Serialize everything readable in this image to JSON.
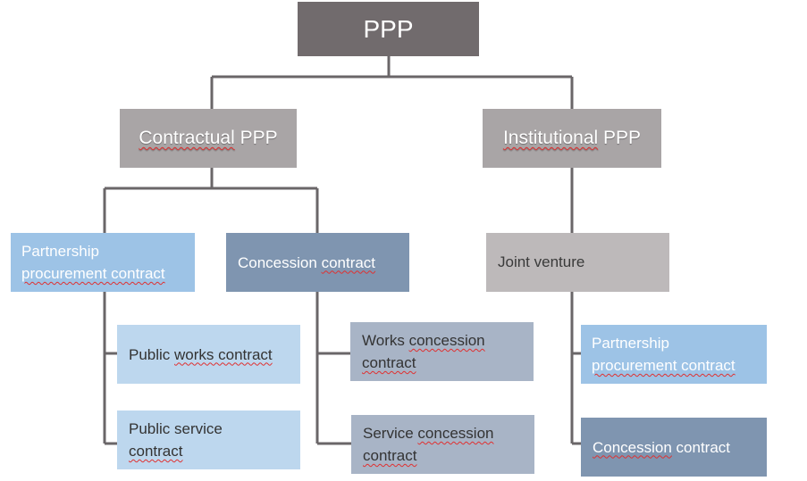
{
  "nodes": {
    "root": "PPP",
    "contractual": {
      "word": "Contractual",
      "rest": " PPP"
    },
    "institutional": {
      "word": "Institutional",
      "rest": " PPP"
    },
    "partnership_left": {
      "line1": "Partnership",
      "line2": "procurement contract"
    },
    "concession_mid": {
      "pre": "Concession ",
      "word": "contract"
    },
    "joint_venture": "Joint venture",
    "public_works": {
      "pre": "Public ",
      "word": "works contract"
    },
    "public_service": {
      "line1": "Public service",
      "line2": "contract"
    },
    "works_concession": {
      "pre": "Works ",
      "word": "concession",
      "line2": "contract"
    },
    "service_concession": {
      "pre": "Service ",
      "word": "concession",
      "line2": "contract"
    },
    "partnership_right": {
      "line1": "Partnership",
      "line2": "procurement contract"
    },
    "concession_right": {
      "word": "Concession",
      "rest": " contract"
    }
  },
  "colors": {
    "root": "#716b6d",
    "branch": "#a9a5a6",
    "light_blue": "#9dc3e6",
    "slate": "#7f95b0",
    "grey": "#bdb9ba",
    "pale_blue": "#bdd7ee",
    "steel": "#a8b4c6",
    "connector": "#6a6668"
  }
}
